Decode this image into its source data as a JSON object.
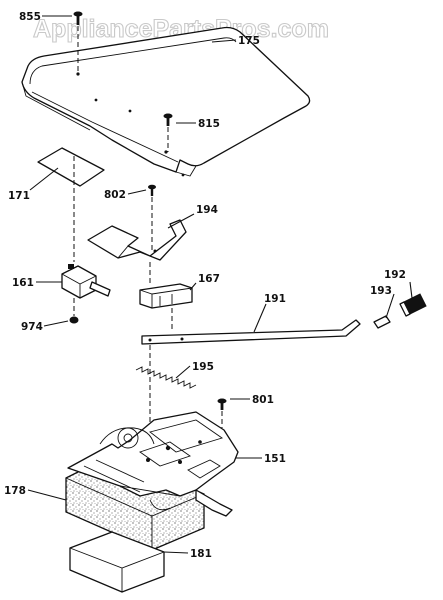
{
  "watermark": "AppliancePartsPros.com",
  "callouts": {
    "c855": "855",
    "c175": "175",
    "c815": "815",
    "c171": "171",
    "c802": "802",
    "c194": "194",
    "c161": "161",
    "c167": "167",
    "c192": "192",
    "c193": "193",
    "c191": "191",
    "c974": "974",
    "c195": "195",
    "c801": "801",
    "c151": "151",
    "c178": "178",
    "c181": "181"
  }
}
